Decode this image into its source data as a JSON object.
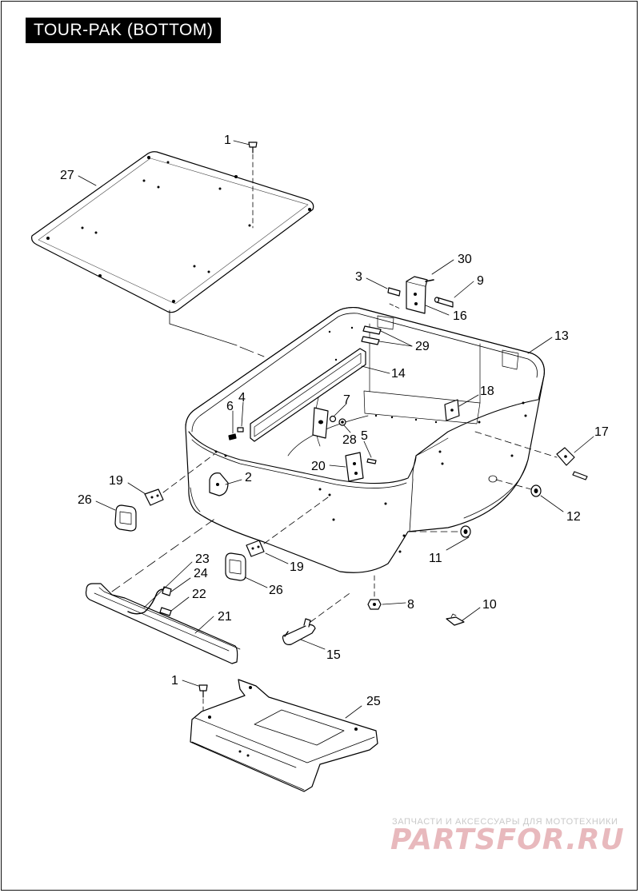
{
  "title": "TOUR-PAK (BOTTOM)",
  "callouts": [
    "1",
    "27",
    "3",
    "30",
    "9",
    "16",
    "29",
    "13",
    "14",
    "6",
    "4",
    "7",
    "28",
    "5",
    "18",
    "17",
    "20",
    "19",
    "2",
    "26",
    "12",
    "11",
    "23",
    "24",
    "22",
    "21",
    "19",
    "26",
    "8",
    "10",
    "15",
    "1",
    "25"
  ],
  "watermark": {
    "tagline": "ЗАПЧАСТИ И АКСЕССУАРЫ ДЛЯ МОТОТЕХНИКИ",
    "brand": "PARTSFOR.RU"
  },
  "colors": {
    "line": "#000000",
    "title_bg": "#000000",
    "title_fg": "#ffffff",
    "watermark_brand": "#e8b9bd",
    "watermark_tagline": "#c9c9c9"
  }
}
